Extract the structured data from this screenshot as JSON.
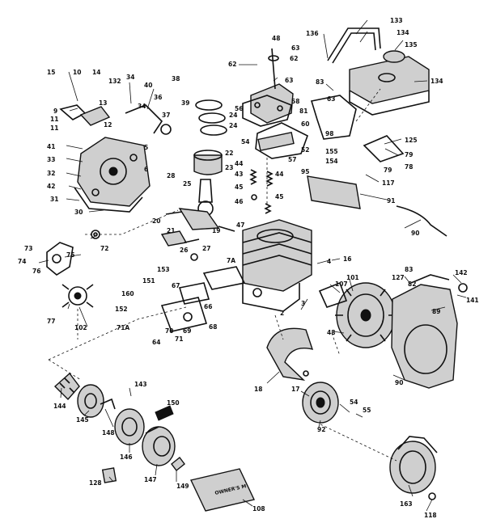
{
  "callouts": [
    {
      "id": "c133",
      "label": "133"
    },
    {
      "id": "c134a",
      "label": "134"
    },
    {
      "id": "c136",
      "label": "136"
    },
    {
      "id": "c135",
      "label": "135"
    },
    {
      "id": "c134b",
      "label": "134"
    },
    {
      "id": "c48",
      "label": "48"
    },
    {
      "id": "c62a",
      "label": "62"
    },
    {
      "id": "c63a",
      "label": "63"
    },
    {
      "id": "c63b",
      "label": "63"
    },
    {
      "id": "c83",
      "label": "83"
    },
    {
      "id": "c63c",
      "label": "63"
    },
    {
      "id": "c62b",
      "label": "62"
    },
    {
      "id": "c15",
      "label": "15"
    },
    {
      "id": "c10",
      "label": "10"
    },
    {
      "id": "c14",
      "label": "14"
    },
    {
      "id": "c9",
      "label": "9"
    },
    {
      "id": "c11a",
      "label": "11"
    },
    {
      "id": "c11b",
      "label": "11"
    },
    {
      "id": "c13",
      "label": "13"
    },
    {
      "id": "c132",
      "label": "132"
    },
    {
      "id": "c34a",
      "label": "34"
    },
    {
      "id": "c40",
      "label": "40"
    },
    {
      "id": "c38",
      "label": "38"
    },
    {
      "id": "c34b",
      "label": "34"
    },
    {
      "id": "c36",
      "label": "36"
    },
    {
      "id": "c39",
      "label": "39"
    },
    {
      "id": "c37",
      "label": "37"
    },
    {
      "id": "c12",
      "label": "12"
    },
    {
      "id": "c41",
      "label": "41"
    },
    {
      "id": "c33",
      "label": "33"
    },
    {
      "id": "c32",
      "label": "32"
    },
    {
      "id": "c42",
      "label": "42"
    },
    {
      "id": "c31",
      "label": "31"
    },
    {
      "id": "c30",
      "label": "30"
    },
    {
      "id": "c5",
      "label": "5"
    },
    {
      "id": "c6",
      "label": "6"
    },
    {
      "id": "c24a",
      "label": "24"
    },
    {
      "id": "c24b",
      "label": "24"
    },
    {
      "id": "c56",
      "label": "56"
    },
    {
      "id": "c58",
      "label": "58"
    },
    {
      "id": "c81",
      "label": "81"
    },
    {
      "id": "c60",
      "label": "60"
    },
    {
      "id": "c54",
      "label": "54"
    },
    {
      "id": "c57",
      "label": "57"
    },
    {
      "id": "c22",
      "label": "22"
    },
    {
      "id": "c23",
      "label": "23"
    },
    {
      "id": "c44a",
      "label": "44"
    },
    {
      "id": "c43",
      "label": "43"
    },
    {
      "id": "c44b",
      "label": "44"
    },
    {
      "id": "c45a",
      "label": "45"
    },
    {
      "id": "c46",
      "label": "46"
    },
    {
      "id": "c45b",
      "label": "45"
    },
    {
      "id": "c47",
      "label": "47"
    },
    {
      "id": "c98",
      "label": "98"
    },
    {
      "id": "c52",
      "label": "52"
    },
    {
      "id": "c155",
      "label": "155"
    },
    {
      "id": "c154",
      "label": "154"
    },
    {
      "id": "c95",
      "label": "95"
    },
    {
      "id": "c125",
      "label": "125"
    },
    {
      "id": "c79a",
      "label": "79"
    },
    {
      "id": "c79b",
      "label": "79"
    },
    {
      "id": "c78",
      "label": "78"
    },
    {
      "id": "c117",
      "label": "117"
    },
    {
      "id": "c91",
      "label": "91"
    },
    {
      "id": "c90a",
      "label": "90"
    },
    {
      "id": "c28",
      "label": "28"
    },
    {
      "id": "c25",
      "label": "25"
    },
    {
      "id": "c20",
      "label": "20"
    },
    {
      "id": "c21",
      "label": "21"
    },
    {
      "id": "c19",
      "label": "19"
    },
    {
      "id": "c26",
      "label": "26"
    },
    {
      "id": "c27",
      "label": "27"
    },
    {
      "id": "c72",
      "label": "72"
    },
    {
      "id": "c73",
      "label": "73"
    },
    {
      "id": "c75",
      "label": "75"
    },
    {
      "id": "c74",
      "label": "74"
    },
    {
      "id": "c76",
      "label": "76"
    },
    {
      "id": "c77",
      "label": "77"
    },
    {
      "id": "c102",
      "label": "102"
    },
    {
      "id": "c153",
      "label": "153"
    },
    {
      "id": "c151",
      "label": "151"
    },
    {
      "id": "c67",
      "label": "67"
    },
    {
      "id": "c66",
      "label": "66"
    },
    {
      "id": "c68",
      "label": "68"
    },
    {
      "id": "c160",
      "label": "160"
    },
    {
      "id": "c152",
      "label": "152"
    },
    {
      "id": "c71a",
      "label": "71A"
    },
    {
      "id": "c70",
      "label": "70"
    },
    {
      "id": "c69",
      "label": "69"
    },
    {
      "id": "c71",
      "label": "71"
    },
    {
      "id": "c64",
      "label": "64"
    },
    {
      "id": "c7a",
      "label": "7A"
    },
    {
      "id": "c4",
      "label": "4"
    },
    {
      "id": "c16",
      "label": "16"
    },
    {
      "id": "c3",
      "label": "3"
    },
    {
      "id": "c2",
      "label": "2"
    },
    {
      "id": "c107",
      "label": "107"
    },
    {
      "id": "c101",
      "label": "101"
    },
    {
      "id": "c127",
      "label": "127"
    },
    {
      "id": "c83b",
      "label": "83"
    },
    {
      "id": "c82",
      "label": "82"
    },
    {
      "id": "c142",
      "label": "142"
    },
    {
      "id": "c141",
      "label": "141"
    },
    {
      "id": "c89",
      "label": "89"
    },
    {
      "id": "c48b",
      "label": "48"
    },
    {
      "id": "c18",
      "label": "18"
    },
    {
      "id": "c90b",
      "label": "90"
    },
    {
      "id": "c17",
      "label": "17"
    },
    {
      "id": "c54b",
      "label": "54"
    },
    {
      "id": "c55",
      "label": "55"
    },
    {
      "id": "c92",
      "label": "92"
    },
    {
      "id": "c144",
      "label": "144"
    },
    {
      "id": "c143",
      "label": "143"
    },
    {
      "id": "c145",
      "label": "145"
    },
    {
      "id": "c148",
      "label": "148"
    },
    {
      "id": "c150",
      "label": "150"
    },
    {
      "id": "c146",
      "label": "146"
    },
    {
      "id": "c147",
      "label": "147"
    },
    {
      "id": "c149",
      "label": "149"
    },
    {
      "id": "c128",
      "label": "128"
    },
    {
      "id": "c108",
      "label": "108"
    },
    {
      "id": "c163",
      "label": "163"
    },
    {
      "id": "c118",
      "label": "118"
    }
  ],
  "manual_cover_text": "OWNER'S M"
}
